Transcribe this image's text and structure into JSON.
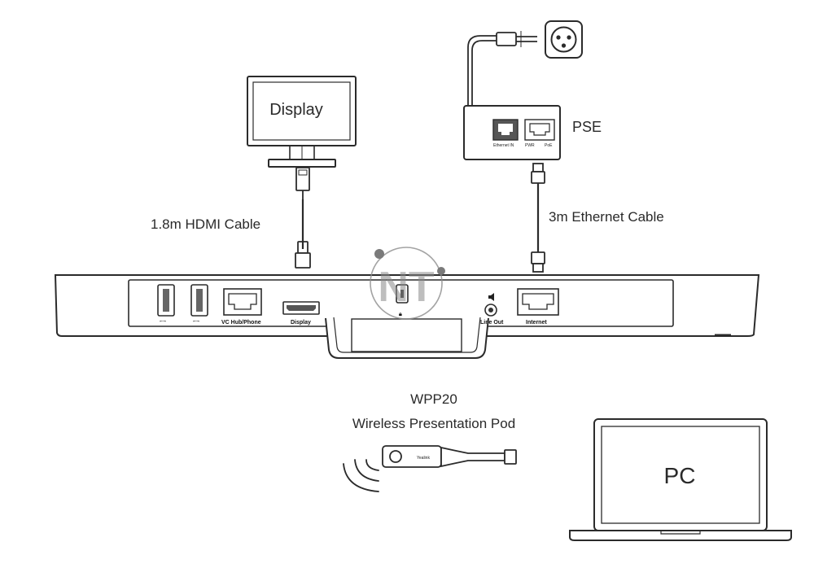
{
  "display": {
    "label": "Display"
  },
  "pse": {
    "label": "PSE",
    "port_ethernet_in": "Ethernet IN",
    "port_pwr": "PWR",
    "port_poe": "PoE"
  },
  "hdmi_cable": {
    "label": "1.8m HDMI Cable"
  },
  "ethernet_cable": {
    "label": "3m Ethernet Cable"
  },
  "device_ports": {
    "vc_hub": "VC Hub/Phone",
    "display": "Display",
    "line_out": "Line Out",
    "internet": "Internet"
  },
  "pod": {
    "model": "WPP20",
    "description": "Wireless Presentation Pod",
    "brand": "Yealink"
  },
  "pc": {
    "label": "PC"
  },
  "watermark": {
    "text": "NT"
  },
  "colors": {
    "line": "#2b2b2b",
    "port_fill": "#555555",
    "watermark": "#7a7a7a"
  }
}
